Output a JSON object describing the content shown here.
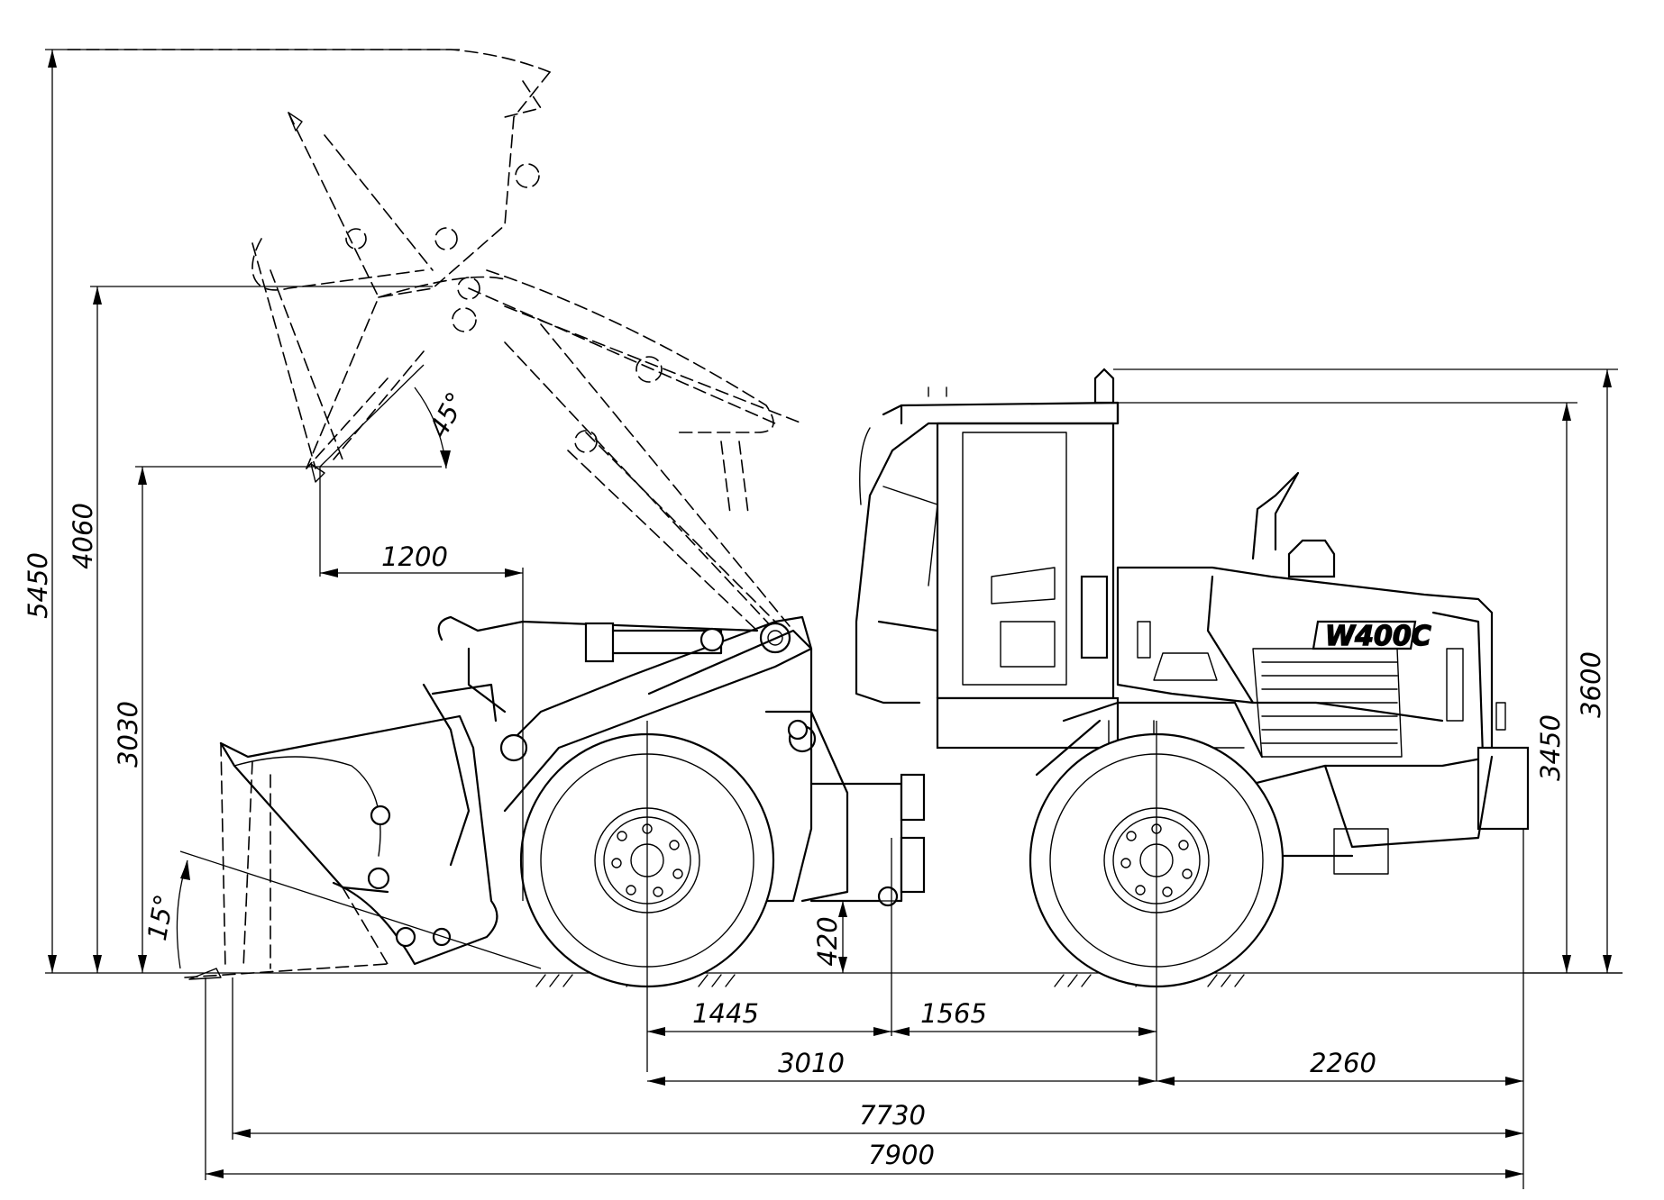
{
  "model_label": "W400C",
  "dimensions": {
    "max_pin_height": "5450",
    "hinge_pin_height": "4060",
    "dump_clearance": "3030",
    "dump_reach": "1200",
    "dump_angle": "45°",
    "rollback_angle": "15°",
    "ground_clearance": "420",
    "front_axle_to_hinge": "1445",
    "hinge_to_rear_axle": "1565",
    "wheelbase": "3010",
    "rear_overhang": "2260",
    "length_bucket_on_ground": "7730",
    "overall_length": "7900",
    "cab_height": "3450",
    "beacon_height": "3600"
  }
}
